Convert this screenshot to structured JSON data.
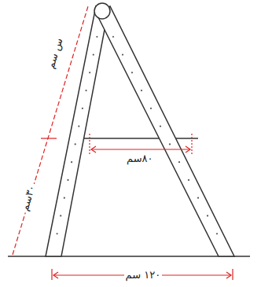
{
  "diagram": {
    "labels": [
      "س سم",
      "٣٠سم",
      "٨٠سم",
      "١٢٠ سم"
    ]
  }
}
